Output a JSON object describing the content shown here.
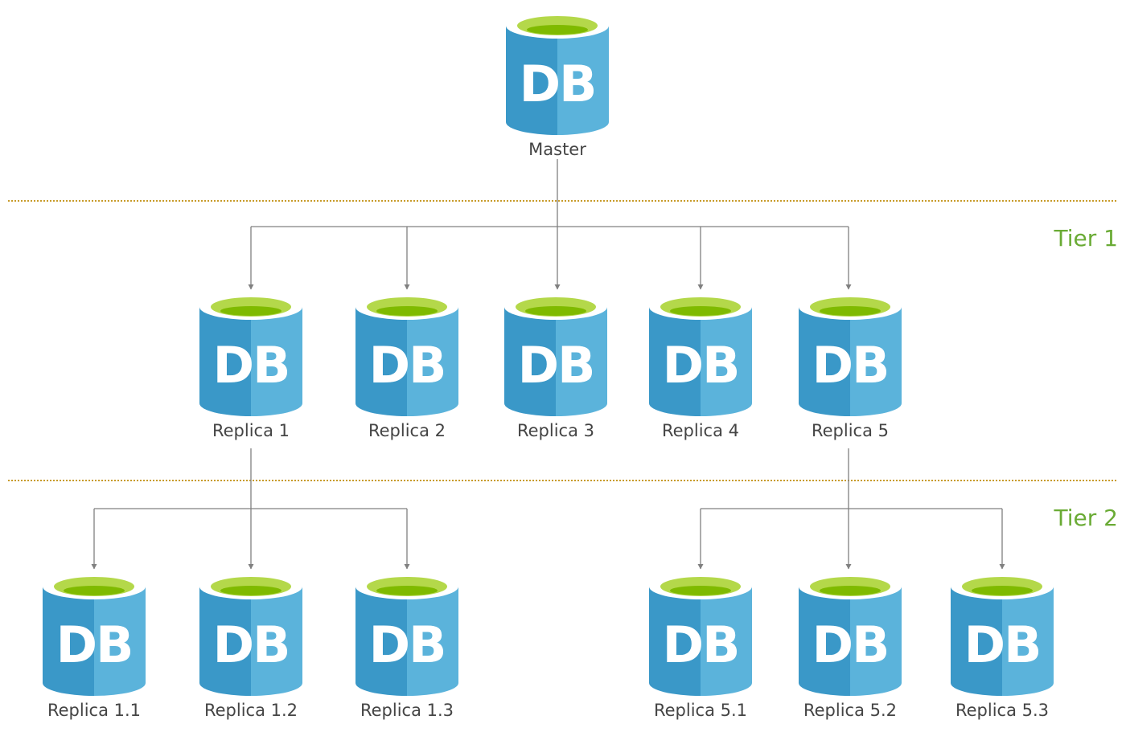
{
  "colors": {
    "db_dark": "#3a98c8",
    "db_light": "#5bb3db",
    "db_rim": "#ffffff",
    "db_top": "#b4d84a",
    "db_top_inner": "#7fba00",
    "tier_line": "#c89b2a",
    "tier_text": "#6aab35",
    "connector": "#808080",
    "label_text": "#444444"
  },
  "db_icon_text": "DB",
  "master": {
    "label": "Master"
  },
  "tiers": [
    {
      "label": "Tier 1"
    },
    {
      "label": "Tier 2"
    }
  ],
  "tier1_replicas": [
    {
      "label": "Replica 1"
    },
    {
      "label": "Replica 2"
    },
    {
      "label": "Replica 3"
    },
    {
      "label": "Replica 4"
    },
    {
      "label": "Replica 5"
    }
  ],
  "tier2_replicas": [
    {
      "label": "Replica 1.1",
      "parent": "Replica 1"
    },
    {
      "label": "Replica 1.2",
      "parent": "Replica 1"
    },
    {
      "label": "Replica 1.3",
      "parent": "Replica 1"
    },
    {
      "label": "Replica 5.1",
      "parent": "Replica 5"
    },
    {
      "label": "Replica 5.2",
      "parent": "Replica 5"
    },
    {
      "label": "Replica 5.3",
      "parent": "Replica 5"
    }
  ]
}
